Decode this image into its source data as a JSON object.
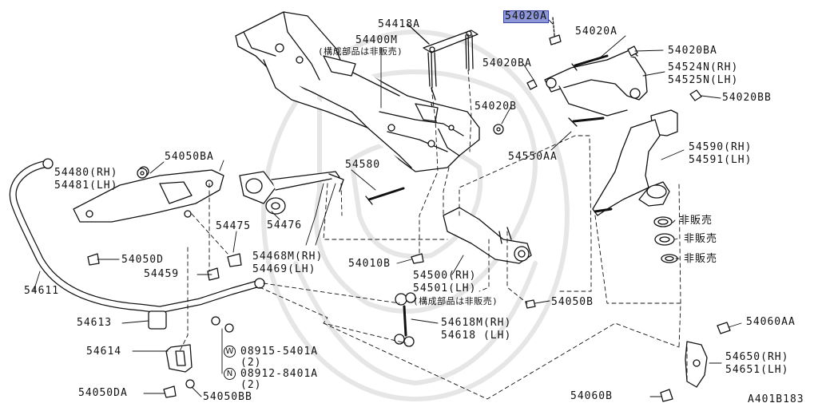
{
  "diagram_code": "A401B183",
  "colors": {
    "line": "#111111",
    "highlight": "#8e98d8",
    "watermark": "#e8e8e8"
  },
  "labels": {
    "p54418A": "54418A",
    "p54400M": "54400M",
    "note_not_sold_1": "(構成部品は非販売)",
    "p54020A_hl": "54020A",
    "p54020A": "54020A",
    "p54020BA_top": "54020BA",
    "p54020BA_left": "54020BA",
    "p54524N": "54524N(RH)",
    "p54525N": "54525N(LH)",
    "p54020BB": "54020BB",
    "p54020B": "54020B",
    "p54550AA": "54550AA",
    "p54590": "54590(RH)",
    "p54591": "54591(LH)",
    "not_sold_a": "非販売",
    "not_sold_b": "非販売",
    "not_sold_c": "非販売",
    "p54050BA": "54050BA",
    "p54480": "54480(RH)",
    "p54481": "54481(LH)",
    "p54580": "54580",
    "p54475": "54475",
    "p54476": "54476",
    "p54050D": "54050D",
    "p54468M": "54468M(RH)",
    "p54469": "54469(LH)",
    "p54459": "54459",
    "p54010B": "54010B",
    "p54500": "54500(RH)",
    "p54501": "54501(LH)",
    "note_not_sold_2": "(構成部品は非販売)",
    "p54611": "54611",
    "p54050B": "54050B",
    "p54613": "54613",
    "p54618M": "54618M(RH)",
    "p54618": "54618  (LH)",
    "p54060AA": "54060AA",
    "p54614": "54614",
    "w_part": "08915-5401A",
    "w_qty": "(2)",
    "n_part": "08912-8401A",
    "n_qty": "(2)",
    "p54650": "54650(RH)",
    "p54651": "54651(LH)",
    "p54050DA": "54050DA",
    "p54050BB": "54050BB",
    "p54060B": "54060B",
    "w_symbol": "W",
    "n_symbol": "N"
  }
}
